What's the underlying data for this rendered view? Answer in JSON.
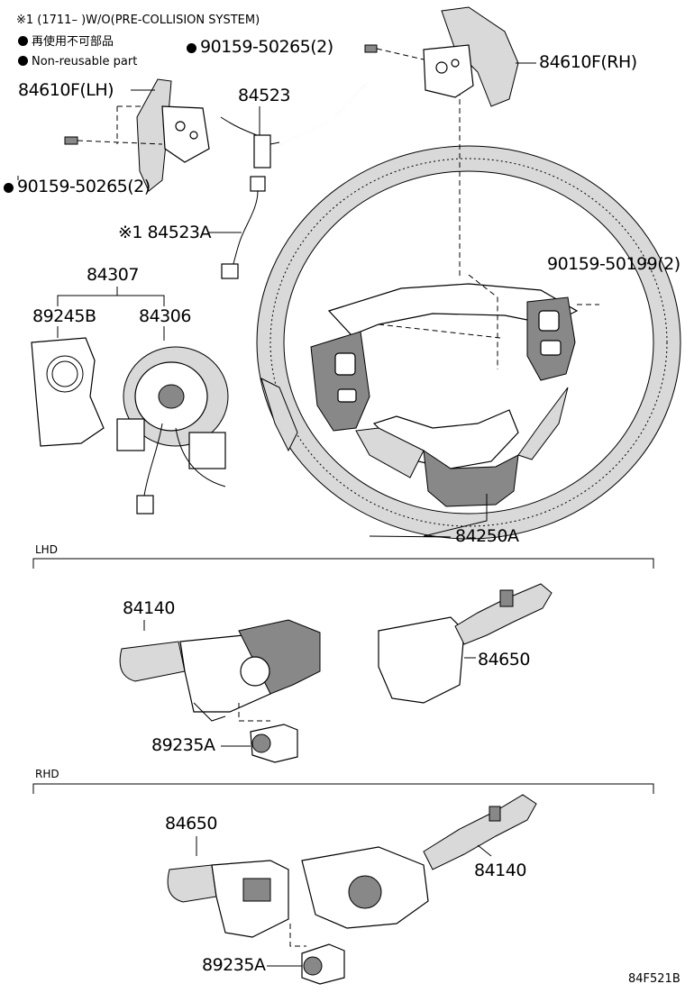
{
  "notes": {
    "note1": "※1 (1711–      )W/O(PRE-COLLISION SYSTEM)",
    "legend_jp": "再使用不可部品",
    "legend_en": "Non-reusable part"
  },
  "sections": {
    "lhd": "LHD",
    "rhd": "RHD"
  },
  "parts": {
    "p84610f_rh": "84610F(RH)",
    "p84610f_lh": "84610F(LH)",
    "bolt_rh": "90159-50265(2)",
    "bolt_lh": "90159-50265(2)",
    "p84523": "84523",
    "p84523a": "※1 84523A",
    "p84307": "84307",
    "p89245b": "89245B",
    "p84306": "84306",
    "screw": "90159-50199(2)",
    "p84250a": "84250A",
    "lhd_84140": "84140",
    "lhd_84650": "84650",
    "lhd_89235a": "89235A",
    "rhd_84650": "84650",
    "rhd_84140": "84140",
    "rhd_89235a": "89235A"
  },
  "figure_code": "84F521B"
}
